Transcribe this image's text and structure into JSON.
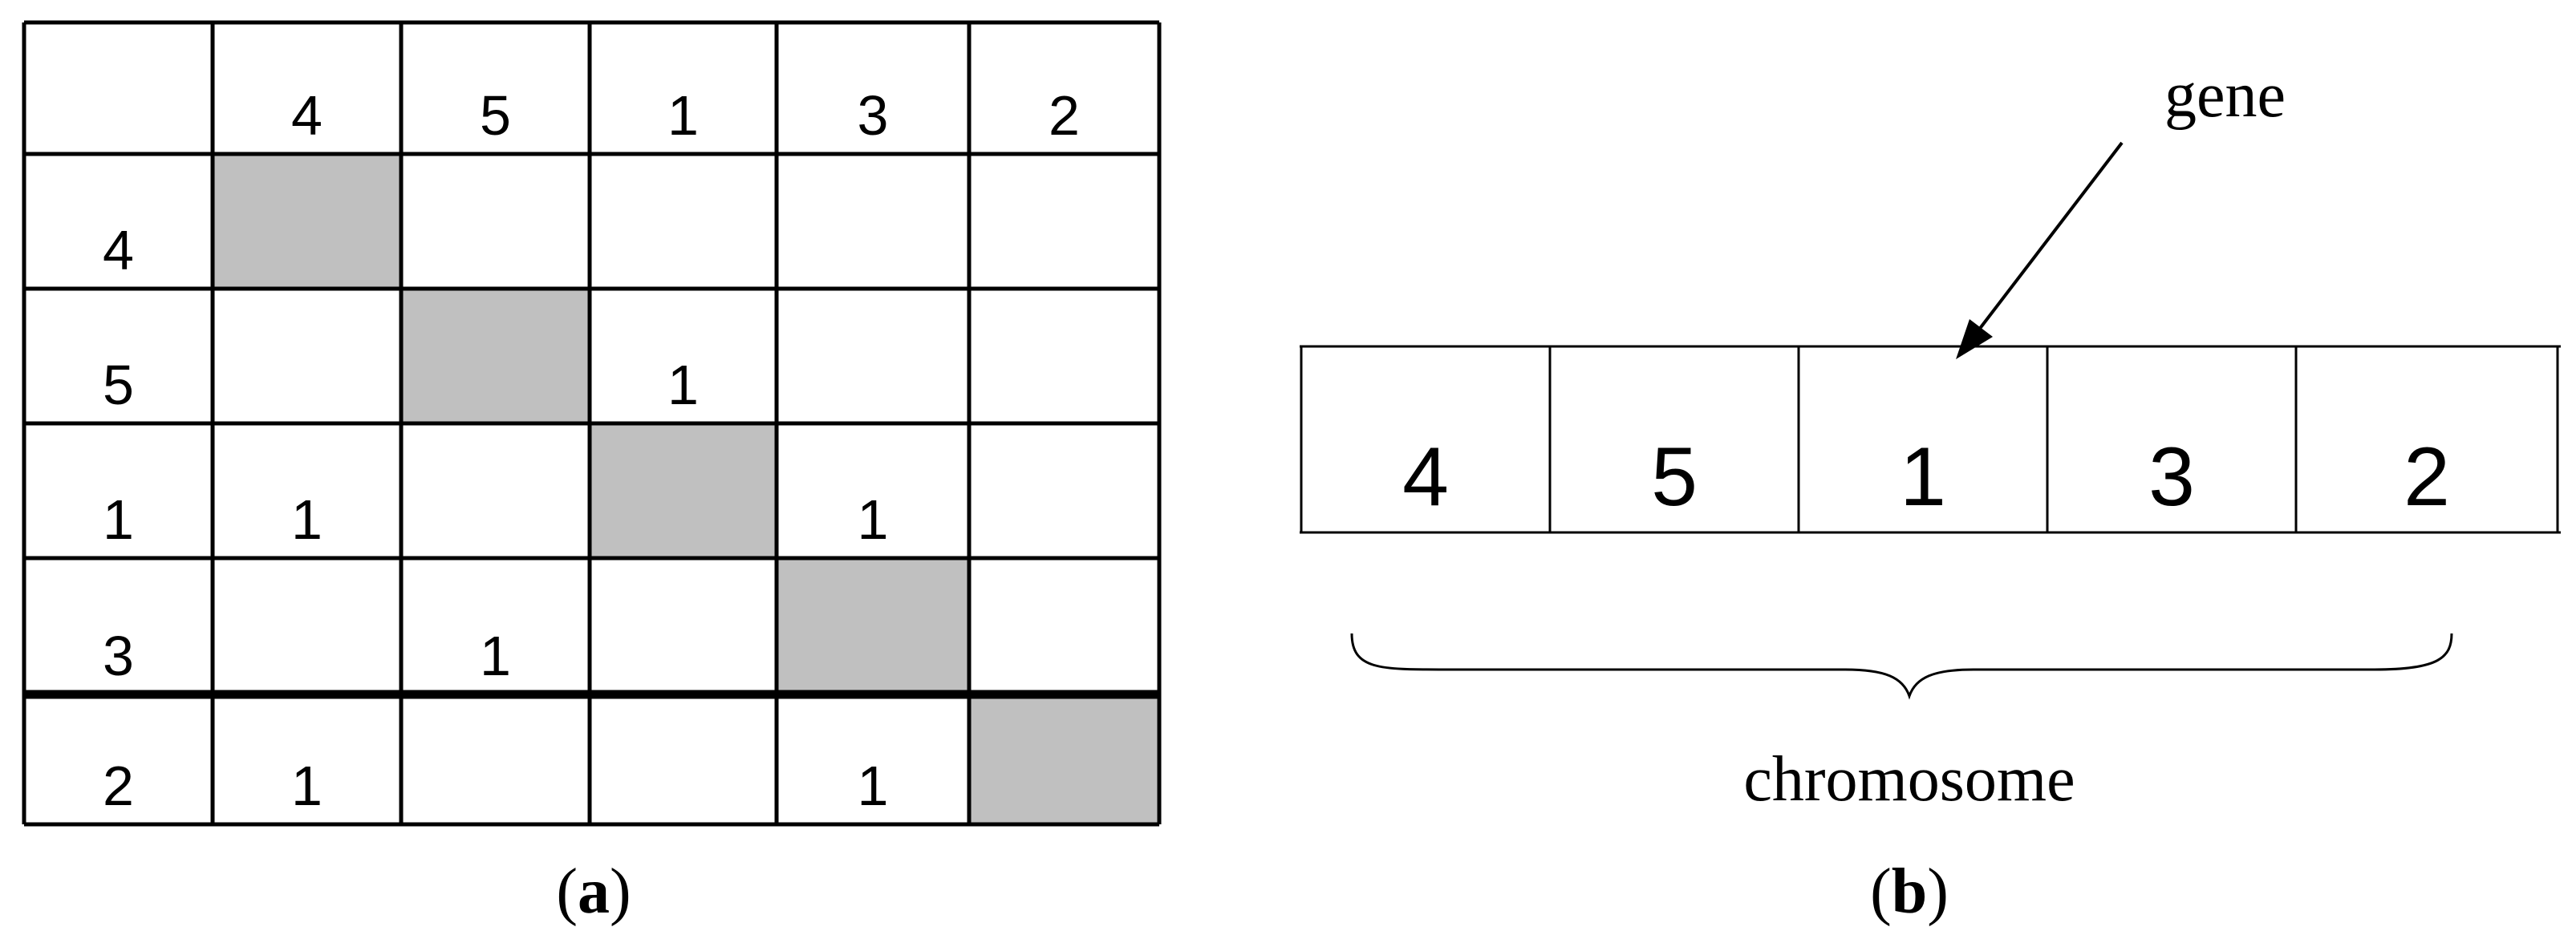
{
  "panel_a": {
    "label_letter": "a",
    "col_headers": [
      "4",
      "5",
      "1",
      "3",
      "2"
    ],
    "row_headers": [
      "4",
      "5",
      "1",
      "3",
      "2"
    ],
    "cells": [
      [
        "",
        "",
        "",
        "",
        ""
      ],
      [
        "",
        "",
        "1",
        "",
        ""
      ],
      [
        "1",
        "",
        "",
        "1",
        ""
      ],
      [
        "",
        "1",
        "",
        "",
        ""
      ],
      [
        "1",
        "",
        "",
        "1",
        ""
      ]
    ],
    "diagonal_color": "#c0c0c0",
    "line_color": "#000000"
  },
  "panel_b": {
    "label_letter": "b",
    "genes": [
      "4",
      "5",
      "1",
      "3",
      "2"
    ],
    "gene_label": "gene",
    "chromosome_label": "chromosome"
  }
}
